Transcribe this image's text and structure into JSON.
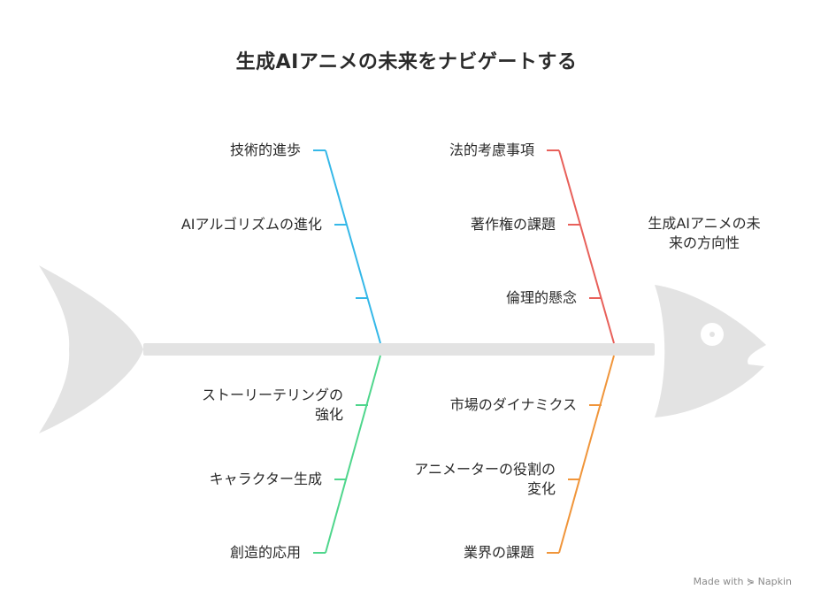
{
  "title": "生成AIアニメの未来をナビゲートする",
  "head_label": "生成AIアニメの未\n来の方向性",
  "categories": {
    "top_left": {
      "color": "#35b8e8",
      "items": [
        "技術的進歩",
        "AIアルゴリズムの進化",
        ""
      ]
    },
    "top_right": {
      "color": "#e8605a",
      "items": [
        "法的考慮事項",
        "著作権の課題",
        "倫理的懸念"
      ]
    },
    "bottom_left": {
      "color": "#4fd68c",
      "items": [
        "ストーリーテリングの\n強化",
        "キャラクター生成",
        "創造的応用"
      ]
    },
    "bottom_right": {
      "color": "#f0953a",
      "items": [
        "市場のダイナミクス",
        "アニメーターの役割の\n変化",
        "業界の課題"
      ]
    }
  },
  "fish_color": "#e3e3e3",
  "credit": "Made with ⋟ Napkin"
}
